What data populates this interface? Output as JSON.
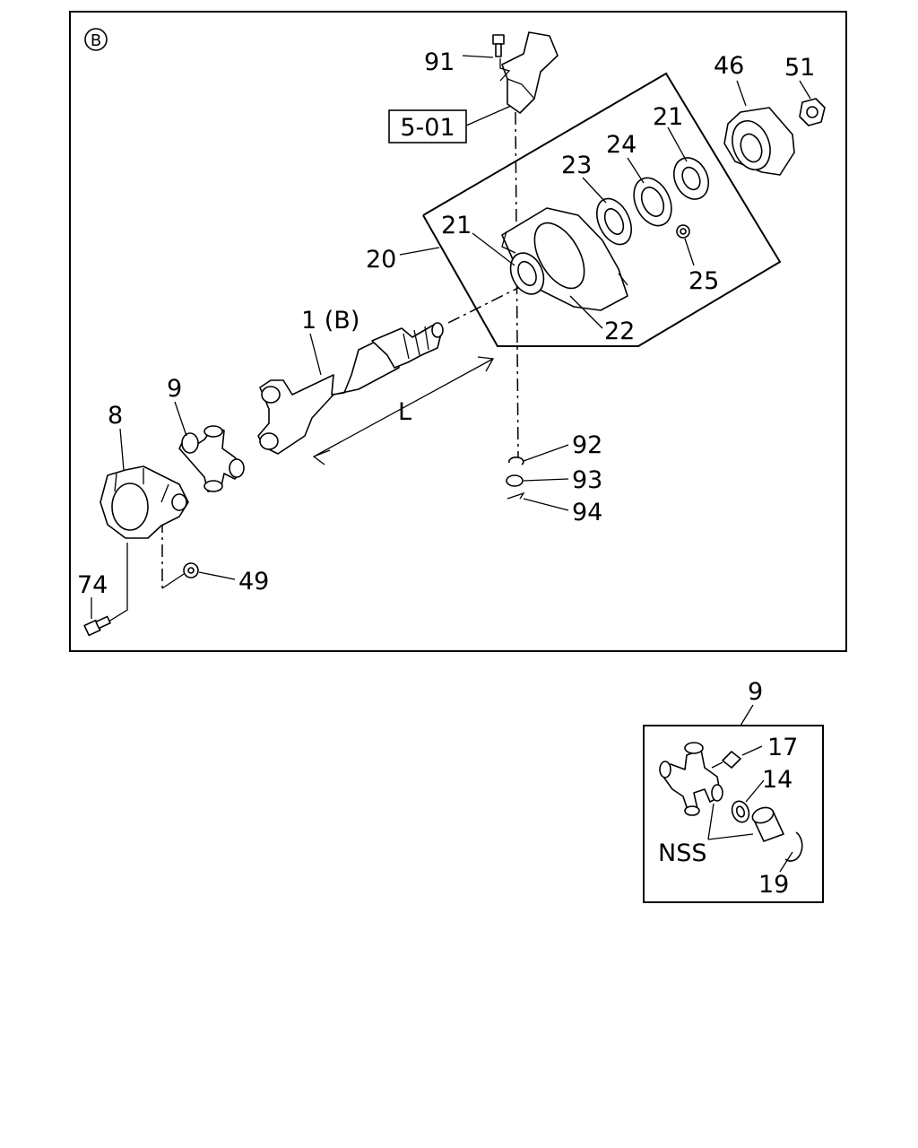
{
  "diagram": {
    "view_marker": "B",
    "ref_box": "5-01",
    "dimension_label": "L",
    "nss_label": "NSS",
    "callouts": {
      "c91": "91",
      "c46": "46",
      "c51": "51",
      "c21a": "21",
      "c24": "24",
      "c23": "23",
      "c21b": "21",
      "c20": "20",
      "c25": "25",
      "c22": "22",
      "c1b": "1 (B)",
      "c9": "9",
      "c8": "8",
      "c92": "92",
      "c93": "93",
      "c94": "94",
      "c74": "74",
      "c49": "49",
      "d9": "9",
      "d17": "17",
      "d14": "14",
      "d19": "19"
    }
  }
}
